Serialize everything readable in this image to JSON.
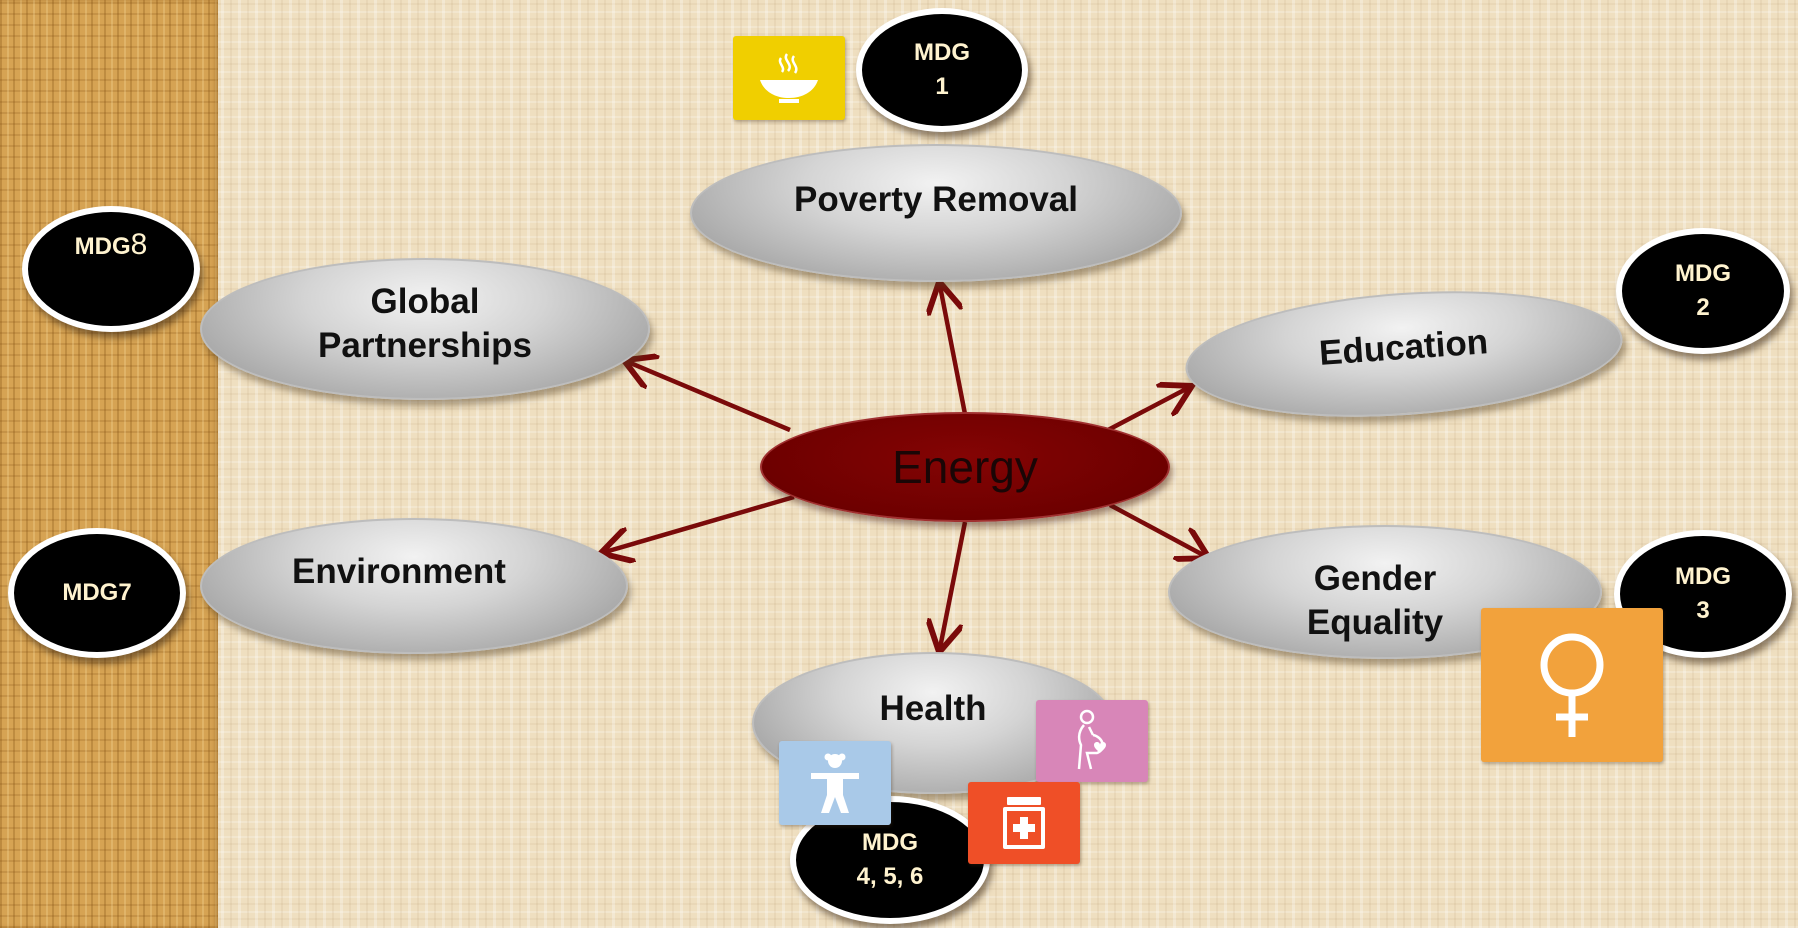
{
  "center": {
    "label": "Energy",
    "color": "#6e0000"
  },
  "arrow_color": "#7a0a0a",
  "topics": {
    "poverty": "Poverty Removal",
    "global_line1": "Global",
    "global_line2": "Partnerships",
    "education": "Education",
    "environment": "Environment",
    "gender_line1": "Gender",
    "gender_line2": "Equality",
    "health": "Health"
  },
  "badges": {
    "mdg1": "MDG\n1",
    "mdg8_prefix": "MDG",
    "mdg8_num": "8",
    "mdg2": "MDG\n2",
    "mdg7": "MDG7",
    "mdg3": "MDG\n3",
    "mdg456": "MDG\n4, 5, 6"
  },
  "icons": {
    "hunger": {
      "name": "bowl-icon",
      "color": "#f0cf00"
    },
    "child": {
      "name": "child-icon",
      "color": "#a9c9e8"
    },
    "maternal": {
      "name": "pregnant-woman-icon",
      "color": "#d886b8"
    },
    "medicine": {
      "name": "medicine-bottle-icon",
      "color": "#ef4f27"
    },
    "female": {
      "name": "female-symbol-icon",
      "color": "#f2a23c"
    }
  }
}
